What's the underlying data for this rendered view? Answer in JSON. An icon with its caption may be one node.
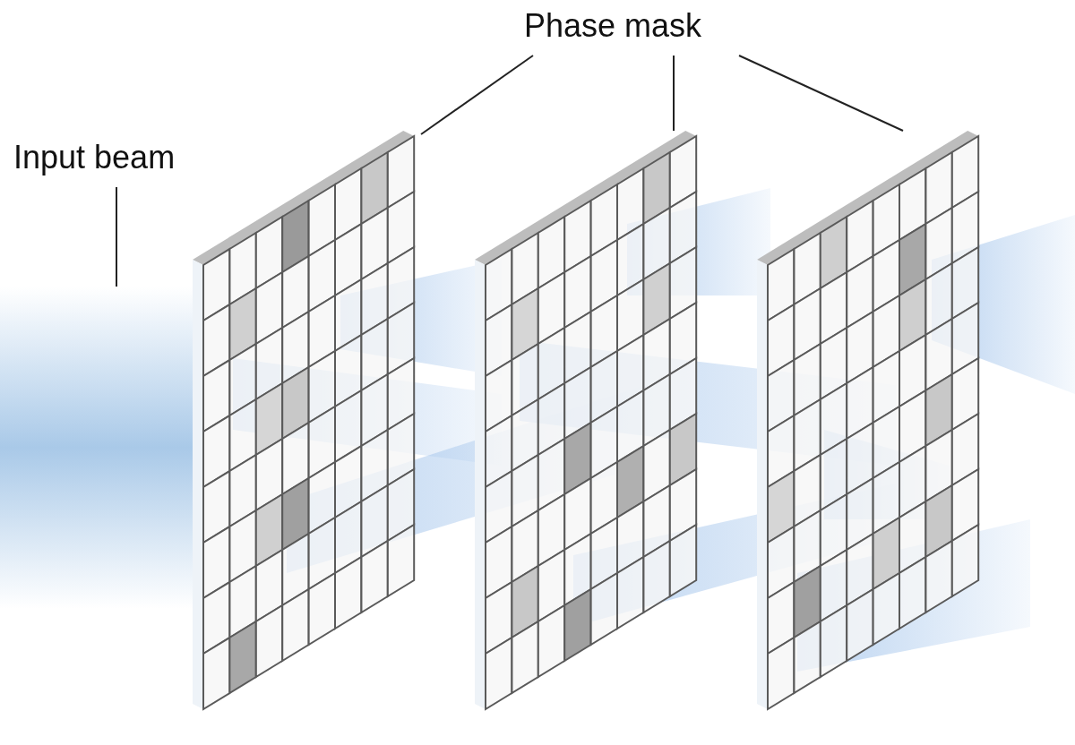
{
  "diagram": {
    "nodes": [
      {
        "text": [
          "Input beam"
        ]
      },
      {
        "text": [
          "Phase mask"
        ]
      },
      {
        "text": [],
        "shape": "picture"
      },
      {
        "text": [],
        "shape": "picture"
      },
      {
        "text": [],
        "shape": "picture"
      },
      {
        "text": [],
        "shape": "picture"
      }
    ],
    "edges": [
      {
        "from": 0,
        "to": 2,
        "arrow": "none"
      },
      {
        "from": 1,
        "to": 3,
        "arrow": "none"
      },
      {
        "from": 1,
        "to": 4,
        "arrow": "none"
      },
      {
        "from": 1,
        "to": 5,
        "arrow": "none"
      }
    ]
  }
}
